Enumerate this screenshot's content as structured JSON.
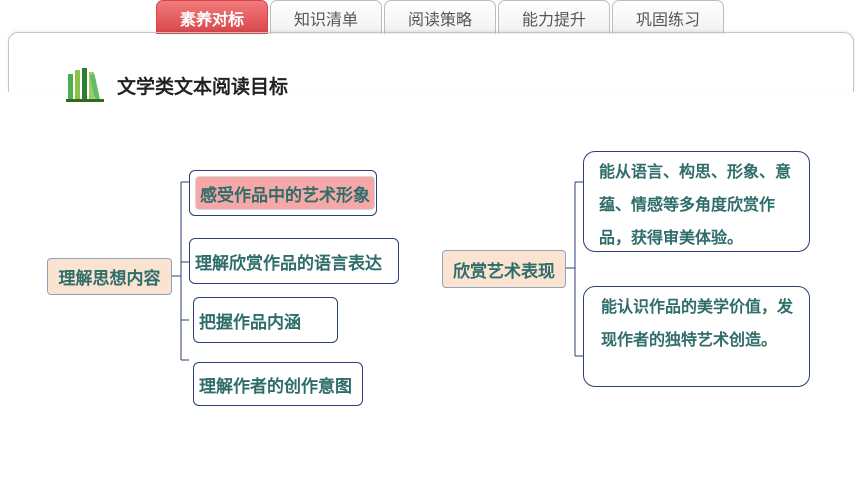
{
  "tabs": [
    {
      "label": "素养对标",
      "active": true
    },
    {
      "label": "知识清单",
      "active": false
    },
    {
      "label": "阅读策略",
      "active": false
    },
    {
      "label": "能力提升",
      "active": false
    },
    {
      "label": "巩固练习",
      "active": false
    }
  ],
  "header": {
    "title": "文学类文本阅读目标",
    "icon": "books-icon"
  },
  "left_map": {
    "root": "理解思想内容",
    "items": [
      "感受作品中的艺术形象",
      "理解欣赏作品的语言表达",
      "把握作品内涵",
      "理解作者的创作意图"
    ]
  },
  "right_map": {
    "root": "欣赏艺术表现",
    "items": [
      "能从语言、构思、形象、意蕴、情感等多角度欣赏作品，获得审美体验。",
      "能认识作品的美学价值，发现作者的独特艺术创造。"
    ]
  },
  "colors": {
    "active_tab": "#d9454a",
    "node_text": "#2f6d6a",
    "node_border": "#2b3f7a",
    "root_fill": "#fbe3d1",
    "highlight_fill": "#f6a8a8"
  }
}
